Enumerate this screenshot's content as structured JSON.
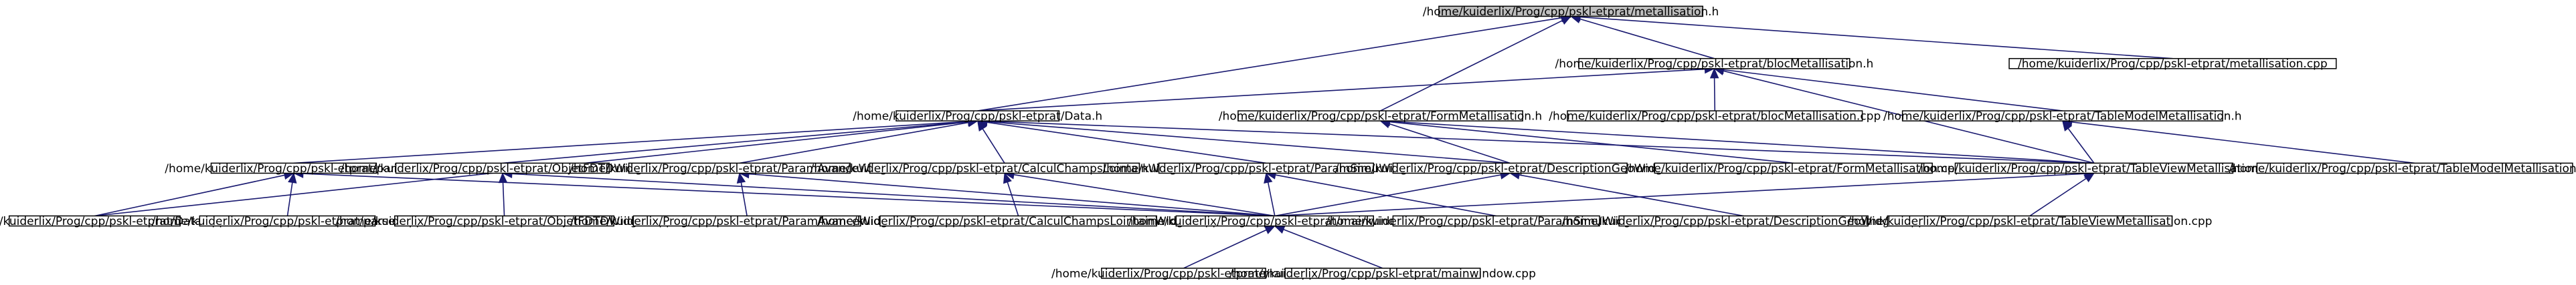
{
  "graph": {
    "nodes": [
      {
        "id": "metallisation_h",
        "label": "/home/kuiderlix/Prog/cpp/pskl-etprat/metallisation.h",
        "root": true
      },
      {
        "id": "blocMetallisation_h",
        "label": "/home/kuiderlix/Prog/cpp/pskl-etprat/blocMetallisation.h"
      },
      {
        "id": "metallisation_cpp",
        "label": "/home/kuiderlix/Prog/cpp/pskl-etprat/metallisation.cpp"
      },
      {
        "id": "Data_h",
        "label": "/home/kuiderlix/Prog/cpp/pskl-etprat/Data.h"
      },
      {
        "id": "FormMetallisation_h",
        "label": "/home/kuiderlix/Prog/cpp/pskl-etprat/FormMetallisation.h"
      },
      {
        "id": "blocMetallisation_cpp",
        "label": "/home/kuiderlix/Prog/cpp/pskl-etprat/blocMetallisation.cpp"
      },
      {
        "id": "TableModelMetallisation_h",
        "label": "/home/kuiderlix/Prog/cpp/pskl-etprat/TableModelMetallisation.h"
      },
      {
        "id": "parser_h",
        "label": "/home/kuiderlix/Prog/cpp/pskl-etprat/parser.h"
      },
      {
        "id": "ObjetFDTDWidget_h",
        "label": "/home/kuiderlix/Prog/cpp/pskl-etprat/ObjetFDTDWidget.h"
      },
      {
        "id": "ParamAvanceWidget_h",
        "label": "/home/kuiderlix/Prog/cpp/pskl-etprat/ParamAvanceWidget.h"
      },
      {
        "id": "CalculChampsLointainWidget_h",
        "label": "/home/kuiderlix/Prog/cpp/pskl-etprat/CalculChampsLointainWidget.h"
      },
      {
        "id": "ParamSimuWidget_h",
        "label": "/home/kuiderlix/Prog/cpp/pskl-etprat/ParamSimuWidget.h"
      },
      {
        "id": "DescriptionGeoWidget_h",
        "label": "/home/kuiderlix/Prog/cpp/pskl-etprat/DescriptionGeoWidget.h"
      },
      {
        "id": "FormMetallisation_cpp",
        "label": "/home/kuiderlix/Prog/cpp/pskl-etprat/FormMetallisation.cpp"
      },
      {
        "id": "TableViewMetallisation_h",
        "label": "/home/kuiderlix/Prog/cpp/pskl-etprat/TableViewMetallisation.h"
      },
      {
        "id": "TableModelMetallisation_cpp",
        "label": "/home/kuiderlix/Prog/cpp/pskl-etprat/TableModelMetallisation.cpp"
      },
      {
        "id": "Data_cpp",
        "label": "/home/kuiderlix/Prog/cpp/pskl-etprat/Data.cpp"
      },
      {
        "id": "parser_cpp",
        "label": "/home/kuiderlix/Prog/cpp/pskl-etprat/parser.cpp"
      },
      {
        "id": "ObjetFDTDWidget_cpp",
        "label": "/home/kuiderlix/Prog/cpp/pskl-etprat/ObjetFDTDWidget.cpp"
      },
      {
        "id": "ParamAvanceWidget_cpp",
        "label": "/home/kuiderlix/Prog/cpp/pskl-etprat/ParamAvanceWidget.cpp"
      },
      {
        "id": "CalculChampsLointainWidget_cpp",
        "label": "/home/kuiderlix/Prog/cpp/pskl-etprat/CalculChampsLointainWidget.cpp"
      },
      {
        "id": "mainwindow_h",
        "label": "/home/kuiderlix/Prog/cpp/pskl-etprat/mainwindow.h"
      },
      {
        "id": "ParamSimuWidget_cpp",
        "label": "/home/kuiderlix/Prog/cpp/pskl-etprat/ParamSimuWidget.cpp"
      },
      {
        "id": "DescriptionGeoWidget_cpp",
        "label": "/home/kuiderlix/Prog/cpp/pskl-etprat/DescriptionGeoWidget.cpp"
      },
      {
        "id": "TableViewMetallisation_cpp",
        "label": "/home/kuiderlix/Prog/cpp/pskl-etprat/TableViewMetallisation.cpp"
      },
      {
        "id": "main_cpp",
        "label": "/home/kuiderlix/Prog/cpp/pskl-etprat/main.cpp"
      },
      {
        "id": "mainwindow_cpp",
        "label": "/home/kuiderlix/Prog/cpp/pskl-etprat/mainwindow.cpp"
      }
    ],
    "edges": [
      [
        "blocMetallisation_h",
        "metallisation_h"
      ],
      [
        "metallisation_cpp",
        "metallisation_h"
      ],
      [
        "Data_h",
        "metallisation_h"
      ],
      [
        "FormMetallisation_h",
        "metallisation_h"
      ],
      [
        "Data_h",
        "blocMetallisation_h"
      ],
      [
        "blocMetallisation_cpp",
        "blocMetallisation_h"
      ],
      [
        "TableModelMetallisation_h",
        "blocMetallisation_h"
      ],
      [
        "TableViewMetallisation_h",
        "blocMetallisation_h"
      ],
      [
        "parser_h",
        "Data_h"
      ],
      [
        "ObjetFDTDWidget_h",
        "Data_h"
      ],
      [
        "ParamAvanceWidget_h",
        "Data_h"
      ],
      [
        "CalculChampsLointainWidget_h",
        "Data_h"
      ],
      [
        "ParamSimuWidget_h",
        "Data_h"
      ],
      [
        "DescriptionGeoWidget_h",
        "Data_h"
      ],
      [
        "TableViewMetallisation_h",
        "Data_h"
      ],
      [
        "Data_cpp",
        "Data_h"
      ],
      [
        "DescriptionGeoWidget_h",
        "FormMetallisation_h"
      ],
      [
        "FormMetallisation_cpp",
        "FormMetallisation_h"
      ],
      [
        "TableViewMetallisation_h",
        "FormMetallisation_h"
      ],
      [
        "TableViewMetallisation_h",
        "TableModelMetallisation_h"
      ],
      [
        "TableModelMetallisation_cpp",
        "TableModelMetallisation_h"
      ],
      [
        "Data_cpp",
        "parser_h"
      ],
      [
        "parser_cpp",
        "parser_h"
      ],
      [
        "mainwindow_h",
        "parser_h"
      ],
      [
        "ObjetFDTDWidget_cpp",
        "ObjetFDTDWidget_h"
      ],
      [
        "mainwindow_h",
        "ObjetFDTDWidget_h"
      ],
      [
        "ParamAvanceWidget_cpp",
        "ParamAvanceWidget_h"
      ],
      [
        "mainwindow_h",
        "ParamAvanceWidget_h"
      ],
      [
        "CalculChampsLointainWidget_cpp",
        "CalculChampsLointainWidget_h"
      ],
      [
        "mainwindow_h",
        "CalculChampsLointainWidget_h"
      ],
      [
        "mainwindow_h",
        "ParamSimuWidget_h"
      ],
      [
        "ParamSimuWidget_cpp",
        "ParamSimuWidget_h"
      ],
      [
        "mainwindow_h",
        "DescriptionGeoWidget_h"
      ],
      [
        "DescriptionGeoWidget_cpp",
        "DescriptionGeoWidget_h"
      ],
      [
        "mainwindow_h",
        "TableViewMetallisation_h"
      ],
      [
        "TableViewMetallisation_cpp",
        "TableViewMetallisation_h"
      ],
      [
        "main_cpp",
        "mainwindow_h"
      ],
      [
        "mainwindow_cpp",
        "mainwindow_h"
      ]
    ]
  }
}
